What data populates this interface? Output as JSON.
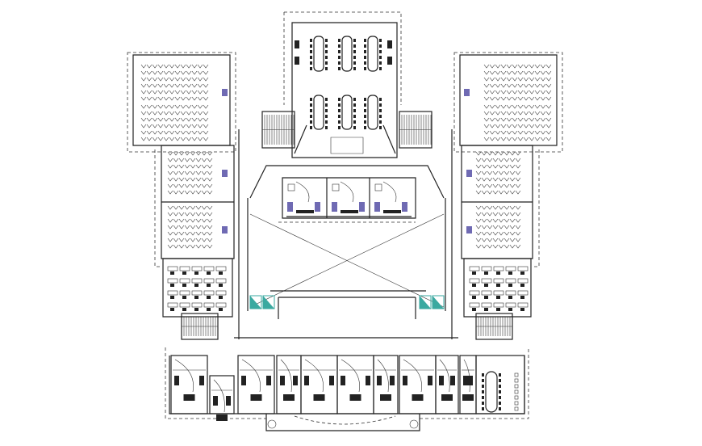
{
  "drawing": {
    "type": "architectural floor plan",
    "colors": {
      "line": "#222222",
      "furniture_accent": "#4b45a0",
      "glazing": "#3aa9a0",
      "background": "#ffffff"
    },
    "rooms": [
      {
        "kind": "conference-hall-top",
        "tables": 6
      },
      {
        "kind": "lecture-room",
        "side": "left-top"
      },
      {
        "kind": "lecture-room",
        "side": "right-top"
      },
      {
        "kind": "seating-room",
        "side": "left-middle"
      },
      {
        "kind": "seating-room",
        "side": "right-middle"
      },
      {
        "kind": "desk-room",
        "side": "left-lower"
      },
      {
        "kind": "desk-room",
        "side": "right-lower"
      },
      {
        "kind": "central-atrium"
      },
      {
        "kind": "office-row-bottom",
        "offices": 8
      },
      {
        "kind": "meeting-room-bottom-right"
      }
    ]
  }
}
